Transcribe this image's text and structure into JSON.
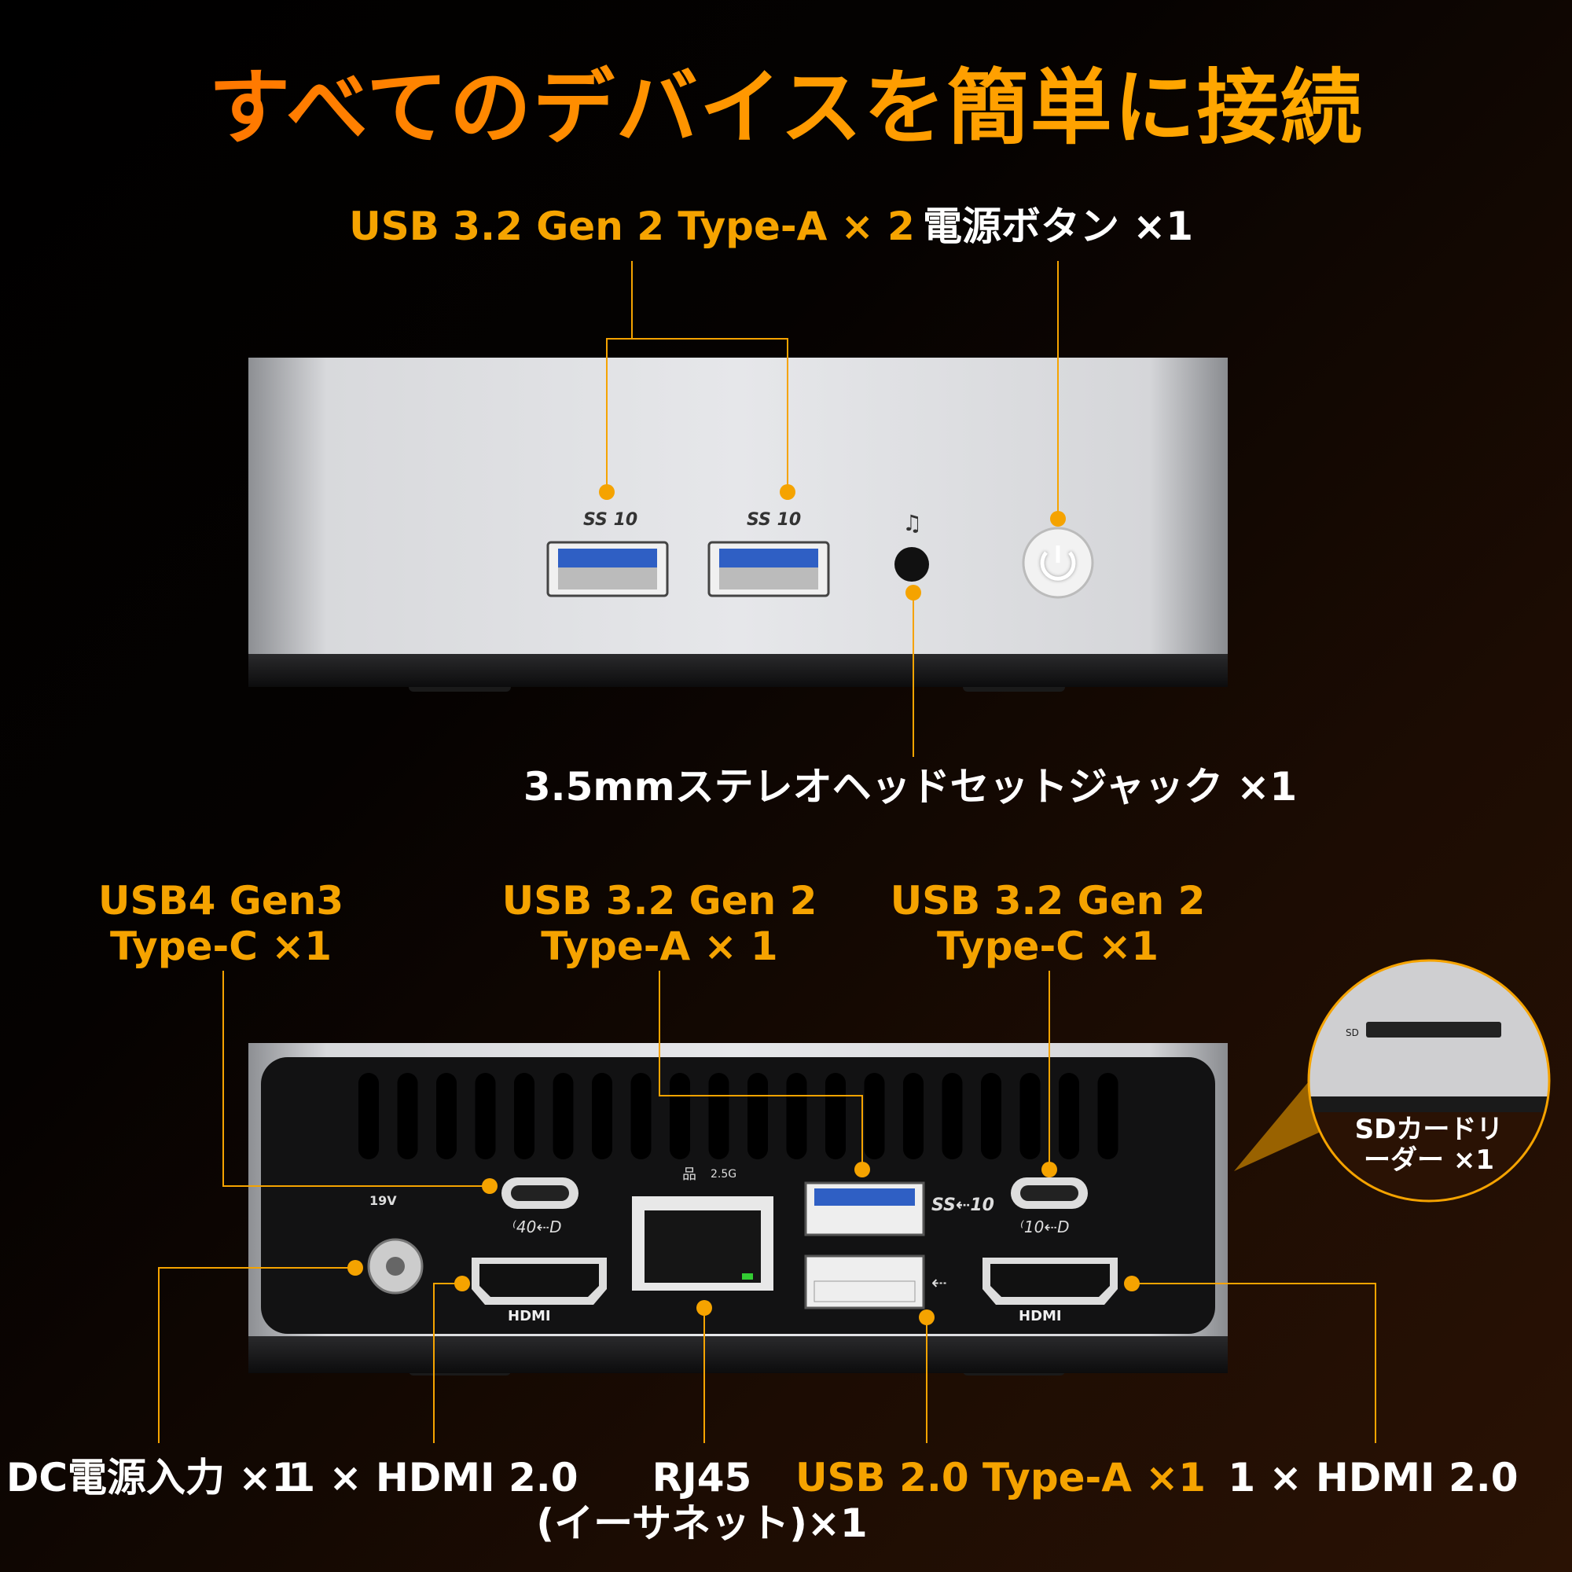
{
  "title": "すべてのデバイスを簡単に接続",
  "front": {
    "usb_a_label": "USB 3.2 Gen 2 Type-A × 2",
    "power_label": "電源ボタン ×1",
    "jack_label": "3.5mmステレオヘッドセットジャック ×1",
    "port_marks": [
      "SS 10",
      "SS 10"
    ]
  },
  "rear": {
    "usb4_label": [
      "USB4 Gen3",
      "Type-C ×1"
    ],
    "usb32a_label": [
      "USB 3.2 Gen 2",
      "Type-A × 1"
    ],
    "usb32c_label": [
      "USB 3.2 Gen 2",
      "Type-C ×1"
    ],
    "sd_label": [
      "SDカードリ",
      "ーダー ×1"
    ],
    "dc_label": "DC電源入力 ×1",
    "hdmi_left_label": "1 × HDMI 2.0",
    "rj45_label": [
      "RJ45",
      "(イーサネット)×1"
    ],
    "usb20_label": "USB 2.0 Type-A ×1",
    "hdmi_right_label": "1 × HDMI 2.0",
    "port_marks": {
      "dc": "19V",
      "lan": "2.5G",
      "hdmi": "HDMI",
      "usb4": "40",
      "typec": "10",
      "sd": "SD"
    }
  },
  "colors": {
    "accent": "#f5a300",
    "title_start": "#ff6a00",
    "title_end": "#ffb000"
  }
}
